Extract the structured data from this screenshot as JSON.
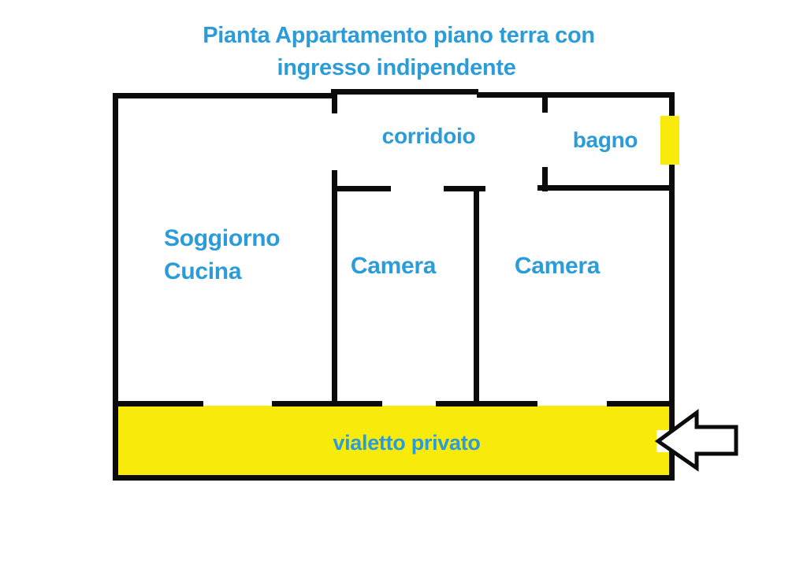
{
  "title": {
    "line1": "Pianta Appartamento piano terra con",
    "line2": "ingresso indipendente"
  },
  "rooms": {
    "corridoio": "corridoio",
    "bagno": "bagno",
    "soggiorno_line1": "Soggiorno",
    "soggiorno_line2": "Cucina",
    "camera1": "Camera",
    "camera2": "Camera"
  },
  "outdoor": {
    "vialetto": "vialetto privato"
  },
  "icons": {
    "entrance_arrow": "left-pointing-entrance-arrow",
    "window_marker": "yellow-window-marker",
    "entrance_opening": "white-door-opening"
  },
  "colors": {
    "label_text": "#2b9cd8",
    "highlight_yellow": "#f8eb0b",
    "wall_black": "#0b0b0b",
    "background": "#ffffff",
    "arrow_fill": "#ffffff",
    "arrow_stroke": "#0b0b0b"
  }
}
